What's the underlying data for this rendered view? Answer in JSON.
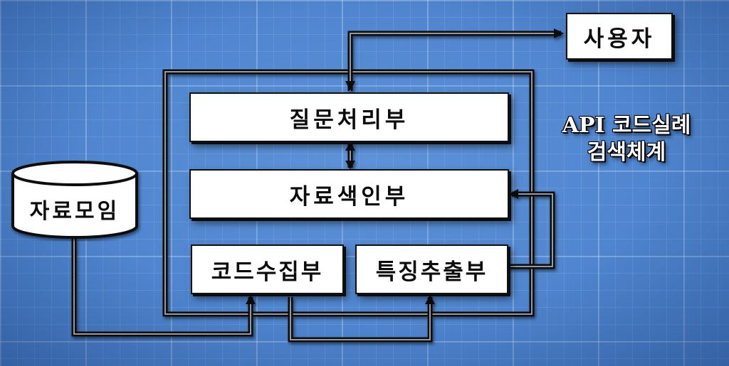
{
  "system_title": "API 코드실례\n검색체계",
  "nodes": {
    "user": "사용자",
    "question_processor": "질문처리부",
    "data_indexer": "자료색인부",
    "code_collector": "코드수집부",
    "feature_extractor": "특징추출부",
    "data_store": "자료모임"
  },
  "colors": {
    "background": "#4f86cf",
    "box_fill": "#ffffff",
    "line": "#111111",
    "line_highlight": "#9a9a9a"
  }
}
